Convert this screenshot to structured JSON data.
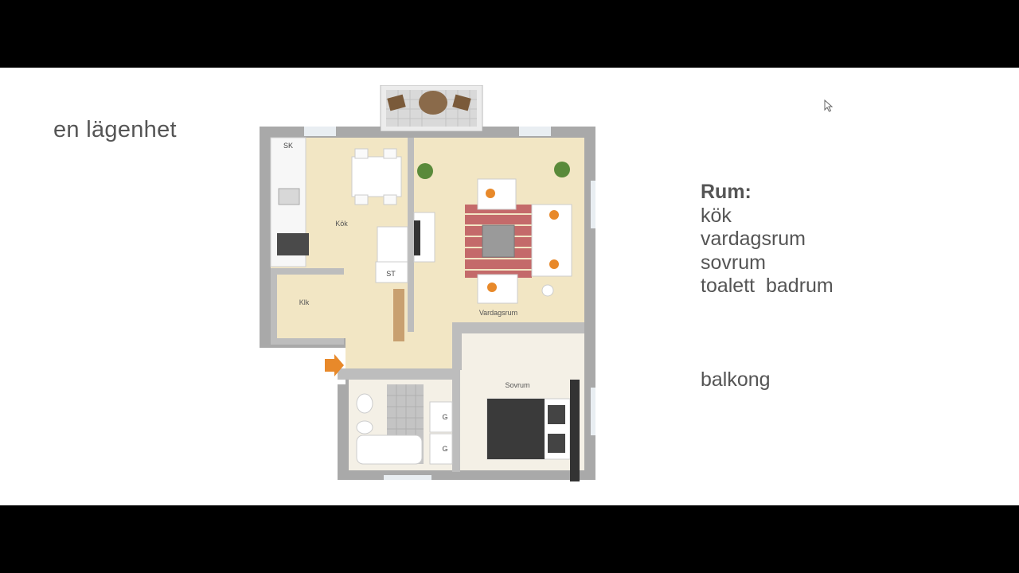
{
  "slide": {
    "title": "en lägenhet",
    "rooms_header": "Rum:",
    "rooms": [
      "kök",
      "vardagsrum",
      "sovrum",
      "toalett  badrum"
    ],
    "balcony": "balkong"
  },
  "floorplan": {
    "labels": {
      "sk": "SK",
      "kitchen": "Kök",
      "st": "ST",
      "klk": "Klk",
      "living": "Vardagsrum",
      "bedroom": "Sovrum",
      "g1": "G",
      "g2": "G"
    }
  },
  "colors": {
    "background": "#000000",
    "slide": "#ffffff",
    "text": "#555555",
    "floor": "#f2e6c4",
    "wall": "#a9a9a9",
    "accent_arrow": "#e8892a"
  }
}
